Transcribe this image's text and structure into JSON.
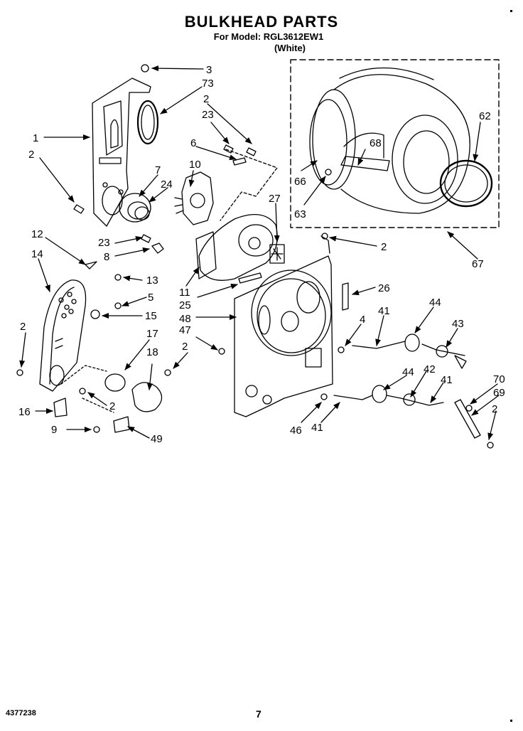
{
  "header": {
    "title": "BULKHEAD PARTS",
    "model_line": "For Model: RGL3612EW1",
    "color_line": "(White)"
  },
  "footer": {
    "part_number": "4377238",
    "page_number": "7"
  },
  "callouts": [
    {
      "id": "c3",
      "text": "3"
    },
    {
      "id": "c73",
      "text": "73"
    },
    {
      "id": "c2a",
      "text": "2"
    },
    {
      "id": "c23a",
      "text": "23"
    },
    {
      "id": "c1",
      "text": "1"
    },
    {
      "id": "c2b",
      "text": "2"
    },
    {
      "id": "c6",
      "text": "6"
    },
    {
      "id": "c10",
      "text": "10"
    },
    {
      "id": "c7",
      "text": "7"
    },
    {
      "id": "c24",
      "text": "24"
    },
    {
      "id": "c27",
      "text": "27"
    },
    {
      "id": "c12",
      "text": "12"
    },
    {
      "id": "c23b",
      "text": "23"
    },
    {
      "id": "c14",
      "text": "14"
    },
    {
      "id": "c8",
      "text": "8"
    },
    {
      "id": "c13",
      "text": "13"
    },
    {
      "id": "c5",
      "text": "5"
    },
    {
      "id": "c15",
      "text": "15"
    },
    {
      "id": "c11",
      "text": "11"
    },
    {
      "id": "c25",
      "text": "25"
    },
    {
      "id": "c48",
      "text": "48"
    },
    {
      "id": "c47",
      "text": "47"
    },
    {
      "id": "c2c",
      "text": "2"
    },
    {
      "id": "c17",
      "text": "17"
    },
    {
      "id": "c18",
      "text": "18"
    },
    {
      "id": "c2d",
      "text": "2"
    },
    {
      "id": "c16",
      "text": "16"
    },
    {
      "id": "c2e",
      "text": "2"
    },
    {
      "id": "c9",
      "text": "9"
    },
    {
      "id": "c49",
      "text": "49"
    },
    {
      "id": "c68",
      "text": "68"
    },
    {
      "id": "c62",
      "text": "62"
    },
    {
      "id": "c66",
      "text": "66"
    },
    {
      "id": "c63",
      "text": "63"
    },
    {
      "id": "c2f",
      "text": "2"
    },
    {
      "id": "c67",
      "text": "67"
    },
    {
      "id": "c26",
      "text": "26"
    },
    {
      "id": "c41a",
      "text": "41"
    },
    {
      "id": "c4",
      "text": "4"
    },
    {
      "id": "c44a",
      "text": "44"
    },
    {
      "id": "c43",
      "text": "43"
    },
    {
      "id": "c44b",
      "text": "44"
    },
    {
      "id": "c42",
      "text": "42"
    },
    {
      "id": "c41b",
      "text": "41"
    },
    {
      "id": "c70",
      "text": "70"
    },
    {
      "id": "c69",
      "text": "69"
    },
    {
      "id": "c2g",
      "text": "2"
    },
    {
      "id": "c46",
      "text": "46"
    },
    {
      "id": "c41c",
      "text": "41"
    }
  ]
}
